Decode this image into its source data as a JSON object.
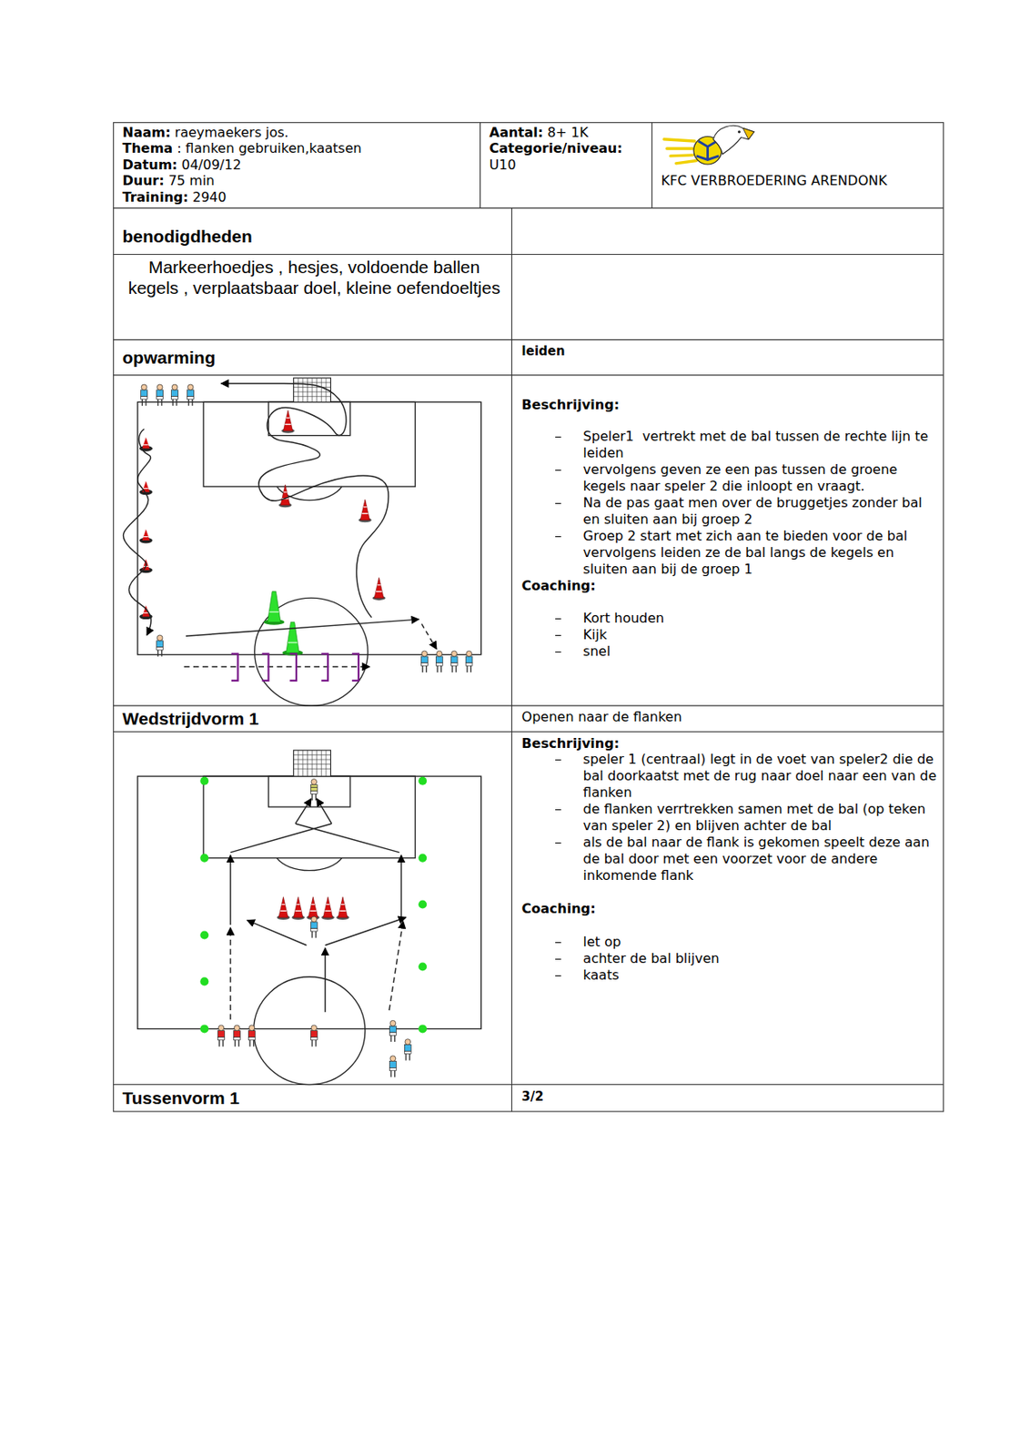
{
  "diagram": {
    "nodes": [
      {
        "text": [
          "Naam:",
          "raeymaekers jos.",
          "Thema",
          ": flanken gebruiken,kaatsen",
          "Datum:",
          "04/09/12",
          "Duur:",
          "75 min",
          "Training:",
          "2940"
        ]
      },
      {
        "text": [
          "Aantal:",
          "8+ 1K",
          "Categorie/niveau:",
          "U10"
        ]
      },
      {
        "text": [
          "KFC VERBROEDERING ARENDONK"
        ]
      },
      {
        "text": [
          "benodigdheden"
        ]
      },
      {
        "text": [
          "Markeerhoedjes , hesjes, voldoende ballen kegels , verplaatsbaar doel, kleine oefendoeltjes"
        ]
      },
      {
        "text": [
          "opwarming"
        ]
      },
      {
        "text": [
          "leiden"
        ]
      },
      {
        "text": [
          "Beschrijving:",
          "Speler1  vertrekt met de bal tussen de rechte lijn te leiden",
          "vervolgens geven ze een pas tussen de groene kegels naar speler 2 die inloopt en vraagt.",
          "Na de pas gaat men over de bruggetjes zonder bal en sluiten aan bij groep 2",
          "Groep 2 start met zich aan te bieden voor de bal vervolgens leiden ze de bal langs de kegels en sluiten aan bij de groep 1",
          "Coaching:",
          "Kort houden",
          "Kijk",
          "snel"
        ]
      },
      {
        "text": [
          "Wedstrijdvorm 1"
        ]
      },
      {
        "text": [
          "Openen naar de flanken"
        ]
      },
      {
        "text": [
          "Beschrijving:",
          "speler 1 (centraal) legt in de voet van speler2 die de bal doorkaatst met de rug naar doel naar een van de flanken",
          "de flanken verrtrekken samen met de bal (op teken van speler 2) en blijven achter de bal",
          "als de bal naar de flank is gekomen speelt deze aan de bal door met een voorzet voor de andere inkomende flank",
          "Coaching:",
          "let op",
          "achter de bal blijven",
          "kaats"
        ]
      },
      {
        "text": [
          "Tussenvorm 1"
        ]
      },
      {
        "text": [
          "3/2"
        ]
      }
    ]
  }
}
